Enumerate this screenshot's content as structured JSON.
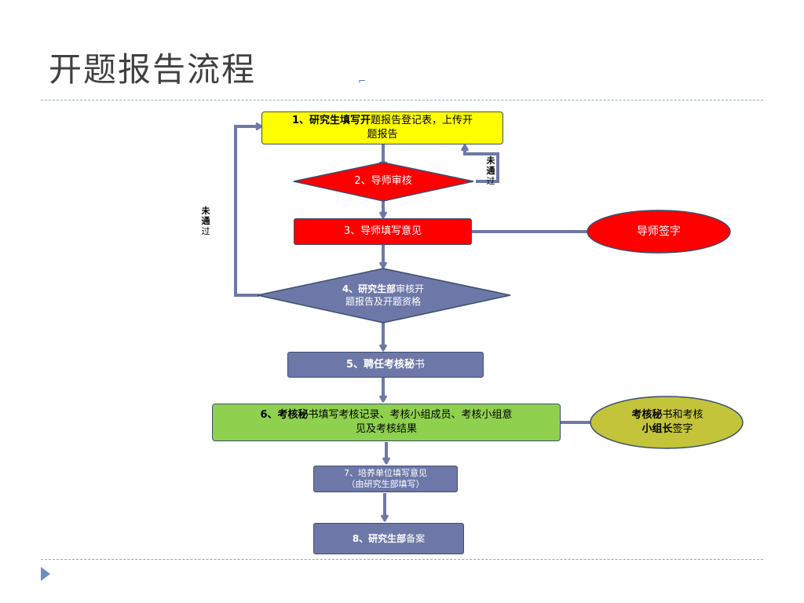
{
  "page": {
    "title": "开题报告流程"
  },
  "steps": {
    "s1": {
      "bold": "1、研究生填写开",
      "rest_line1": "题报告登记表，上传开",
      "line2": "题报告",
      "fill": "#ffff00"
    },
    "s2": {
      "text": "2、导师审核",
      "fill": "#ff0000"
    },
    "s3": {
      "text": "3、导师填写意见",
      "fill": "#ff0000"
    },
    "s4": {
      "bold": "4、研究生部",
      "rest_line1": "审核开",
      "line2": "题报告及开题资格",
      "fill": "#6e78a8"
    },
    "s5": {
      "bold": "5、聘任考核秘",
      "rest": "书",
      "fill": "#6e78a8"
    },
    "s6": {
      "bold": "6、考核秘",
      "rest_line1": "书填写考核记录、考核小组成员、考核小组意",
      "line2": "见及考核结果",
      "fill": "#8fd14f"
    },
    "s7": {
      "line1": "7、培养单位填写意见",
      "line2": "（由研究生部填写）",
      "fill": "#6e78a8"
    },
    "s8": {
      "bold": "8、研究生部",
      "rest": "备案",
      "fill": "#6e78a8"
    }
  },
  "side": {
    "advisor_sign": {
      "text": "导师签字",
      "fill": "#ff0000"
    },
    "secretary_sign": {
      "bold1": "考核秘",
      "rest1": "书和考核",
      "bold2": "小组长",
      "rest2": "签字",
      "fill": "#c3c43a"
    }
  },
  "loops": {
    "loop_right": {
      "line1": "未",
      "line2": "通",
      "line3": "过"
    },
    "loop_left": {
      "line1": "未",
      "line2": "通",
      "line3": "过"
    }
  },
  "colors": {
    "connector": "#6e78a8",
    "box_border": "#3c4f6e"
  }
}
